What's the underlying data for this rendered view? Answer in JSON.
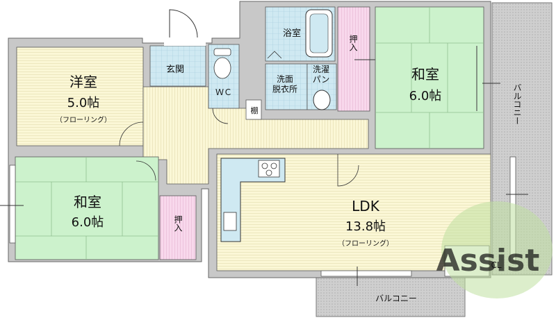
{
  "rooms": {
    "western_room": {
      "name": "洋室",
      "size": "5.0帖",
      "floor": "（フローリング）"
    },
    "japanese_room_left": {
      "name": "和室",
      "size": "6.0帖"
    },
    "japanese_room_right": {
      "name": "和室",
      "size": "6.0帖"
    },
    "ldk": {
      "name": "LDK",
      "size": "13.8帖",
      "floor": "（フローリング）"
    },
    "entrance": {
      "name": "玄関"
    },
    "toilet": {
      "name": "ＷＣ"
    },
    "bathroom": {
      "name": "浴室"
    },
    "washroom": {
      "name": "洗面\n脱衣所"
    },
    "washer_pan": {
      "name": "洗濯\nパン"
    },
    "shelf": {
      "name": "棚"
    },
    "closet_left": {
      "name": "押入"
    },
    "closet_right": {
      "name": "押入"
    },
    "cl": {
      "name": "CL"
    },
    "balcony_right": {
      "name": "バルコニー"
    },
    "balcony_bottom": {
      "name": "バルコニー"
    }
  },
  "watermark": {
    "text": "Assist"
  },
  "colors": {
    "wall": "#c8c8c8",
    "flooring": "#fbf7d6",
    "tatami": "#ccf2cc",
    "wet_area": "#cfe9f2",
    "closet": "#f8d8ec",
    "balcony": "#cfcfcf",
    "watermark": "#bfe0a0"
  }
}
